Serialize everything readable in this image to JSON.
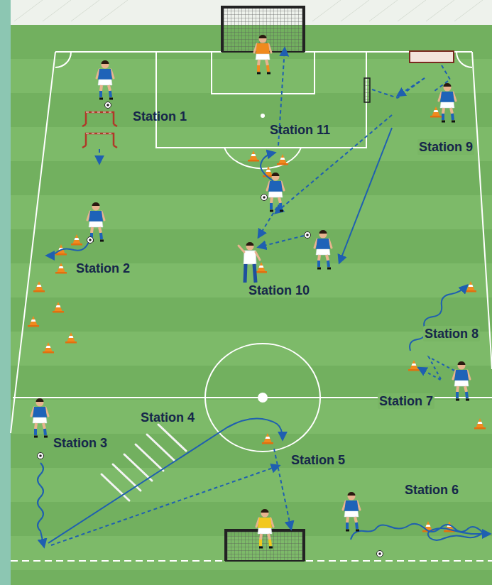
{
  "diagram": {
    "labels": [
      "Station 1",
      "Station 11",
      "Station 9",
      "Station 2",
      "Station 10",
      "Station 8",
      "Station 4",
      "Station 7",
      "Station 3",
      "Station 5",
      "Station 6"
    ]
  }
}
